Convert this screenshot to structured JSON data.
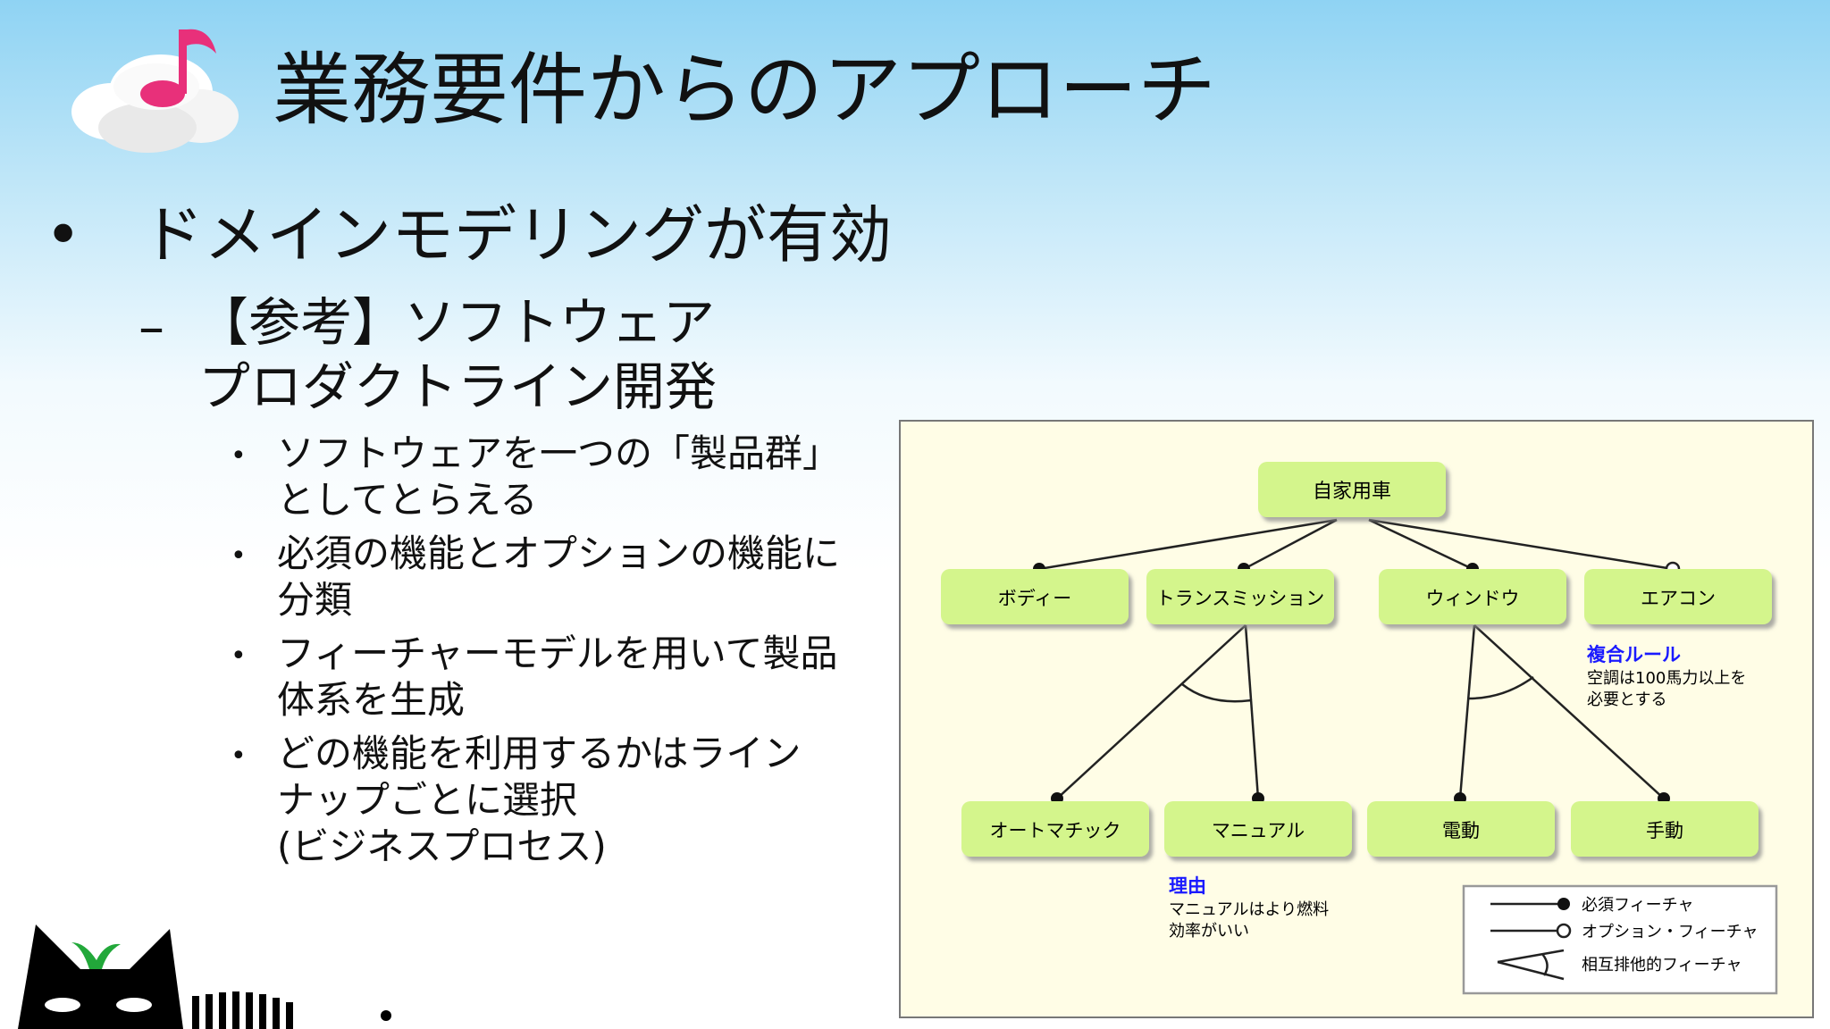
{
  "slide": {
    "title": "業務要件からのアプローチ",
    "bullet": "ドメインモデリングが有効",
    "sub_dash": "–",
    "sub_lines": [
      "【参考】ソフトウェア",
      "プロダクトライン開発"
    ],
    "points": [
      {
        "lines": [
          "ソフトウェアを一つの「製品群」",
          "としてとらえる"
        ]
      },
      {
        "lines": [
          "必須の機能とオプションの機能に",
          "分類"
        ]
      },
      {
        "lines": [
          "フィーチャーモデルを用いて製品",
          "体系を生成"
        ]
      },
      {
        "lines": [
          "どの機能を利用するかはライン",
          "ナップごとに選択",
          "(ビジネスプロセス)"
        ]
      }
    ]
  },
  "diagram": {
    "root": "自家用車",
    "level1": [
      "ボディー",
      "トランスミッション",
      "ウィンドウ",
      "エアコン"
    ],
    "level2": [
      "オートマチック",
      "マニュアル",
      "電動",
      "手動"
    ],
    "rule": {
      "title": "複合ルール",
      "lines": [
        "空調は100馬力以上を",
        "必要とする"
      ]
    },
    "reason": {
      "title": "理由",
      "lines": [
        "マニュアルはより燃料",
        "効率がいい"
      ]
    },
    "legend": [
      "必須フィーチャ",
      "オプション・フィーチャ",
      "相互排他的フィーチャ"
    ]
  },
  "colors": {
    "node_fill": "#d4f58c",
    "diagram_bg": "#fffde6",
    "annotation_blue": "#1a1aff",
    "logo_pink": "#e8307a"
  },
  "icons": [
    "music-note-cloud-icon",
    "black-cat-illustration"
  ]
}
